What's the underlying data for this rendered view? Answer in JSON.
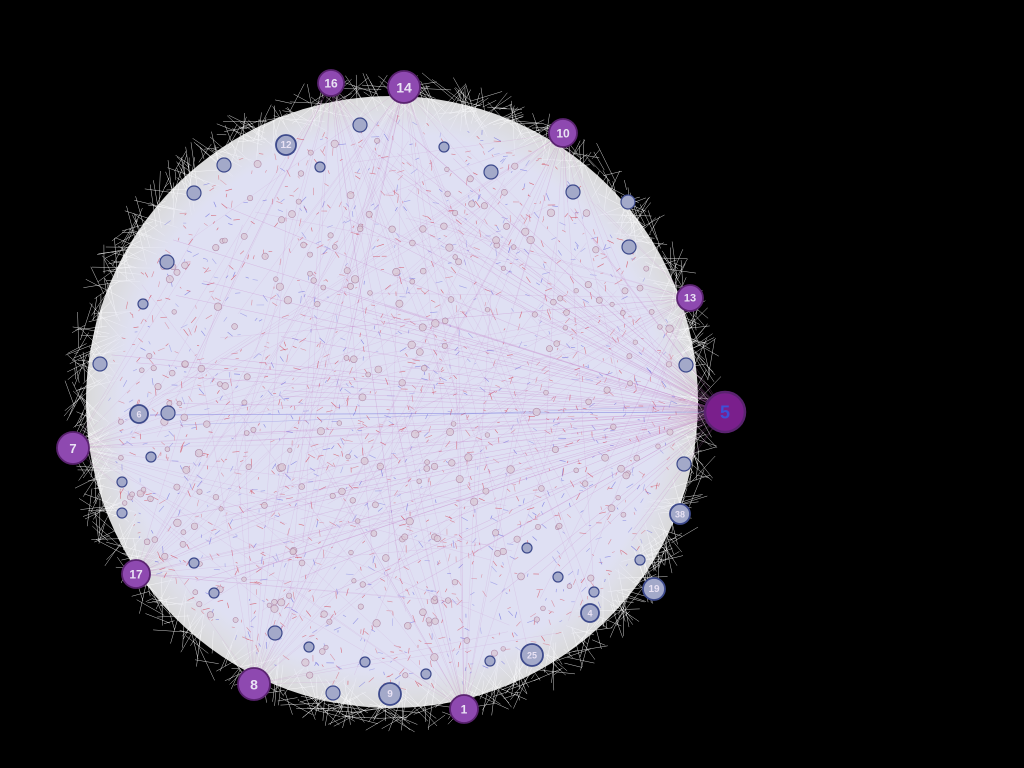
{
  "colors": {
    "background": "#000000",
    "cloud": "#dfe0f3",
    "cloud_edge": "#ffffff",
    "edge_red": "#d03040",
    "edge_blue": "#5a5ad8",
    "edge_pink": "#c070c0",
    "node_purple": "#8e49b0",
    "node_purple_strong": "#7a1f8c",
    "node_purple_stroke": "#5a2370",
    "node_gray": "#a3a9c9",
    "node_gray_stroke": "#3d4a8c",
    "label_light": "#e9e2f4",
    "label_blue": "#3d50d8"
  },
  "graph": {
    "labeled_nodes": [
      {
        "id": "5",
        "type": "hub"
      },
      {
        "id": "14",
        "type": "major"
      },
      {
        "id": "16",
        "type": "major"
      },
      {
        "id": "10",
        "type": "major"
      },
      {
        "id": "13",
        "type": "major"
      },
      {
        "id": "7",
        "type": "major"
      },
      {
        "id": "17",
        "type": "major"
      },
      {
        "id": "8",
        "type": "major"
      },
      {
        "id": "1",
        "type": "major"
      },
      {
        "id": "12",
        "type": "minor"
      },
      {
        "id": "6",
        "type": "minor"
      },
      {
        "id": "38",
        "type": "minor"
      },
      {
        "id": "19",
        "type": "minor"
      },
      {
        "id": "4",
        "type": "minor"
      },
      {
        "id": "25",
        "type": "minor"
      },
      {
        "id": "9",
        "type": "minor"
      }
    ]
  }
}
